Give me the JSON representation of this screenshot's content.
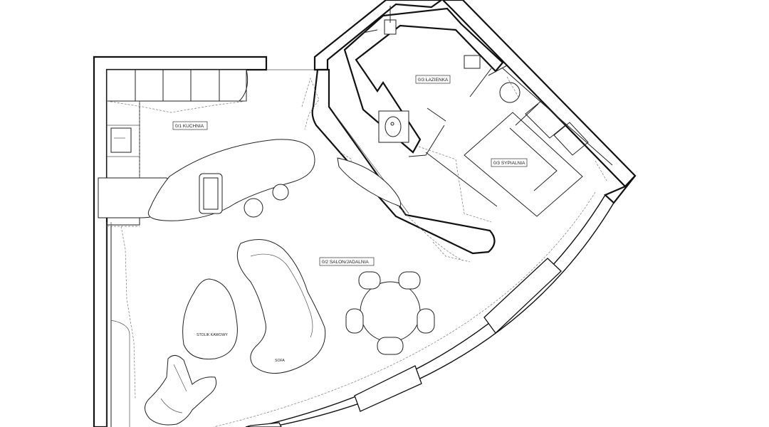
{
  "rooms": {
    "kitchen": {
      "label": "0/1 KUCHNIA"
    },
    "living": {
      "label": "0/2 SALON/JADALNIA"
    },
    "bathroom": {
      "label": "0/3 ŁAZIENKA"
    },
    "bedroom": {
      "label": "0/3 SYPIALNIA"
    }
  },
  "furniture": {
    "coffee_table": {
      "label": "STOLIK KAWOWY"
    },
    "sofa": {
      "label": "SOFA"
    }
  }
}
